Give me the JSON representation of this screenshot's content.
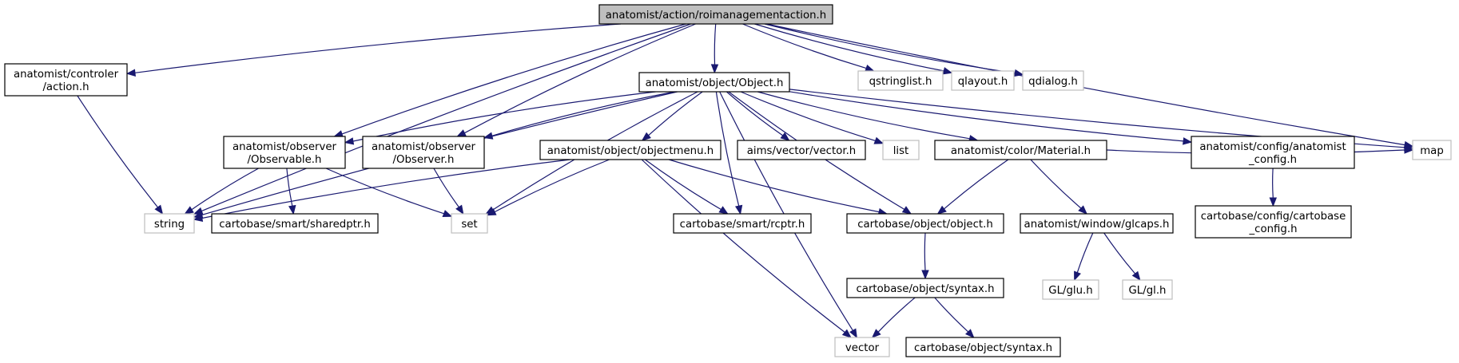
{
  "colors": {
    "edge": "#191970",
    "root_fill": "#bfbfbf",
    "external_border": "#bfbfbf",
    "documented_border": "#000000"
  },
  "nodes": {
    "root": {
      "lines": [
        "anatomist/action/roimanagementaction.h"
      ],
      "kind": "root"
    },
    "action": {
      "lines": [
        "anatomist/controler",
        "/action.h"
      ],
      "kind": "doc"
    },
    "object_h": {
      "lines": [
        "anatomist/object/Object.h"
      ],
      "kind": "doc"
    },
    "qstringlist": {
      "lines": [
        "qstringlist.h"
      ],
      "kind": "ext"
    },
    "qlayout": {
      "lines": [
        "qlayout.h"
      ],
      "kind": "ext"
    },
    "qdialog": {
      "lines": [
        "qdialog.h"
      ],
      "kind": "ext"
    },
    "observable": {
      "lines": [
        "anatomist/observer",
        "/Observable.h"
      ],
      "kind": "doc"
    },
    "observer": {
      "lines": [
        "anatomist/observer",
        "/Observer.h"
      ],
      "kind": "doc"
    },
    "objectmenu": {
      "lines": [
        "anatomist/object/objectmenu.h"
      ],
      "kind": "doc"
    },
    "aimsvector": {
      "lines": [
        "aims/vector/vector.h"
      ],
      "kind": "doc"
    },
    "list": {
      "lines": [
        "list"
      ],
      "kind": "ext"
    },
    "material": {
      "lines": [
        "anatomist/color/Material.h"
      ],
      "kind": "doc"
    },
    "anaconfig": {
      "lines": [
        "anatomist/config/anatomist",
        "_config.h"
      ],
      "kind": "doc"
    },
    "map": {
      "lines": [
        "map"
      ],
      "kind": "ext"
    },
    "string": {
      "lines": [
        "string"
      ],
      "kind": "ext"
    },
    "sharedptr": {
      "lines": [
        "cartobase/smart/sharedptr.h"
      ],
      "kind": "doc"
    },
    "set": {
      "lines": [
        "set"
      ],
      "kind": "ext"
    },
    "rcptr": {
      "lines": [
        "cartobase/smart/rcptr.h"
      ],
      "kind": "doc"
    },
    "cbobject": {
      "lines": [
        "cartobase/object/object.h"
      ],
      "kind": "doc"
    },
    "glcaps": {
      "lines": [
        "anatomist/window/glcaps.h"
      ],
      "kind": "doc"
    },
    "cbconfig": {
      "lines": [
        "cartobase/config/cartobase",
        "_config.h"
      ],
      "kind": "doc"
    },
    "syntax1": {
      "lines": [
        "cartobase/object/syntax.h"
      ],
      "kind": "doc"
    },
    "glu": {
      "lines": [
        "GL/glu.h"
      ],
      "kind": "ext"
    },
    "gl": {
      "lines": [
        "GL/gl.h"
      ],
      "kind": "ext"
    },
    "vector": {
      "lines": [
        "vector"
      ],
      "kind": "ext"
    },
    "syntax2": {
      "lines": [
        "cartobase/object/syntax.h"
      ],
      "kind": "doc"
    }
  },
  "edges": [
    [
      "root",
      "action"
    ],
    [
      "root",
      "string"
    ],
    [
      "root",
      "observable"
    ],
    [
      "root",
      "observer"
    ],
    [
      "root",
      "object_h"
    ],
    [
      "root",
      "qstringlist"
    ],
    [
      "root",
      "qlayout"
    ],
    [
      "root",
      "qdialog"
    ],
    [
      "root",
      "map"
    ],
    [
      "action",
      "string"
    ],
    [
      "object_h",
      "string"
    ],
    [
      "object_h",
      "observable"
    ],
    [
      "object_h",
      "observer"
    ],
    [
      "object_h",
      "set"
    ],
    [
      "object_h",
      "objectmenu"
    ],
    [
      "object_h",
      "aimsvector"
    ],
    [
      "object_h",
      "list"
    ],
    [
      "object_h",
      "rcptr"
    ],
    [
      "object_h",
      "cbobject"
    ],
    [
      "object_h",
      "material"
    ],
    [
      "object_h",
      "anaconfig"
    ],
    [
      "object_h",
      "map"
    ],
    [
      "object_h",
      "vector"
    ],
    [
      "observable",
      "string"
    ],
    [
      "observable",
      "sharedptr"
    ],
    [
      "observable",
      "set"
    ],
    [
      "observer",
      "set"
    ],
    [
      "objectmenu",
      "string"
    ],
    [
      "objectmenu",
      "set"
    ],
    [
      "objectmenu",
      "rcptr"
    ],
    [
      "objectmenu",
      "cbobject"
    ],
    [
      "objectmenu",
      "vector"
    ],
    [
      "material",
      "cbobject"
    ],
    [
      "material",
      "glcaps"
    ],
    [
      "material",
      "map"
    ],
    [
      "anaconfig",
      "cbconfig"
    ],
    [
      "cbobject",
      "syntax1"
    ],
    [
      "glcaps",
      "glu"
    ],
    [
      "glcaps",
      "gl"
    ],
    [
      "syntax1",
      "vector"
    ],
    [
      "syntax1",
      "syntax2"
    ]
  ]
}
